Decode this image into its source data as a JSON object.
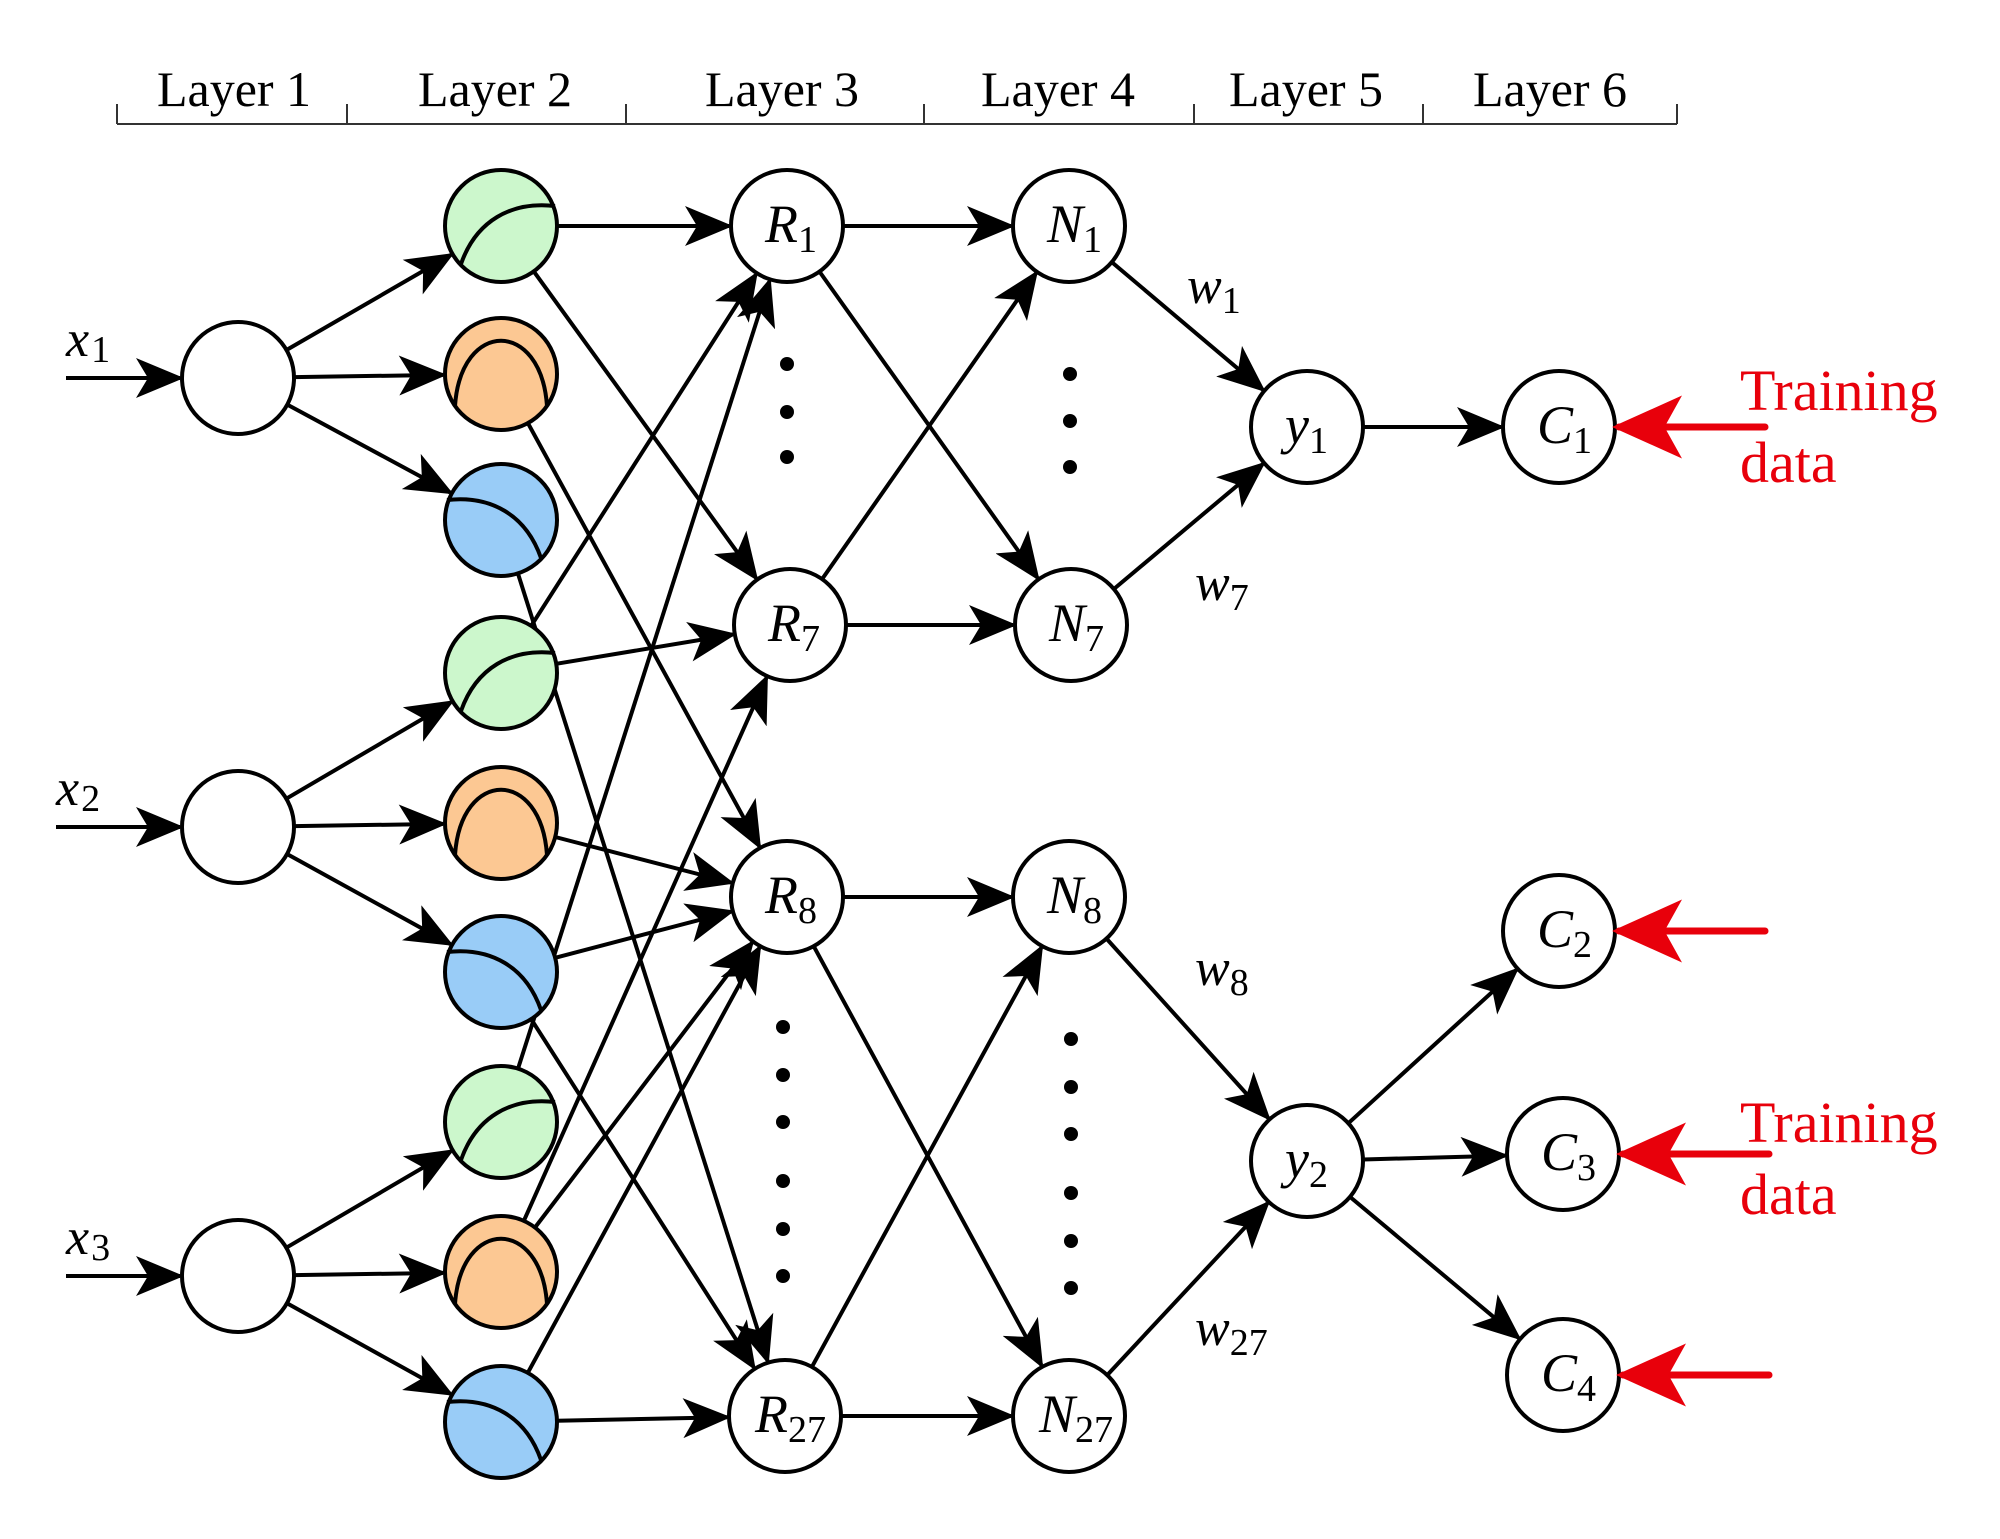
{
  "title": "Six-layer fuzzy neural network architecture",
  "layers": [
    {
      "label": "Layer 1"
    },
    {
      "label": "Layer 2"
    },
    {
      "label": "Layer 3"
    },
    {
      "label": "Layer 4"
    },
    {
      "label": "Layer 5"
    },
    {
      "label": "Layer 6"
    }
  ],
  "colors": {
    "membership_green": "#ccf7cc",
    "membership_orange": "#fcc893",
    "membership_blue": "#99ccf7",
    "training_red": "#e8000b",
    "line": "#000000"
  },
  "inputs": [
    {
      "id": "x1",
      "var": "x",
      "sub": "1"
    },
    {
      "id": "x2",
      "var": "x",
      "sub": "2"
    },
    {
      "id": "x3",
      "var": "x",
      "sub": "3"
    }
  ],
  "membership_nodes": [
    {
      "id": "m1g",
      "input": "x1",
      "type": "green"
    },
    {
      "id": "m1o",
      "input": "x1",
      "type": "orange"
    },
    {
      "id": "m1b",
      "input": "x1",
      "type": "blue"
    },
    {
      "id": "m2g",
      "input": "x2",
      "type": "green"
    },
    {
      "id": "m2o",
      "input": "x2",
      "type": "orange"
    },
    {
      "id": "m2b",
      "input": "x2",
      "type": "blue"
    },
    {
      "id": "m3g",
      "input": "x3",
      "type": "green"
    },
    {
      "id": "m3o",
      "input": "x3",
      "type": "orange"
    },
    {
      "id": "m3b",
      "input": "x3",
      "type": "blue"
    }
  ],
  "rule_nodes": [
    {
      "id": "R1",
      "var": "R",
      "sub": "1"
    },
    {
      "id": "R7",
      "var": "R",
      "sub": "7"
    },
    {
      "id": "R8",
      "var": "R",
      "sub": "8"
    },
    {
      "id": "R27",
      "var": "R",
      "sub": "27"
    }
  ],
  "norm_nodes": [
    {
      "id": "N1",
      "var": "N",
      "sub": "1"
    },
    {
      "id": "N7",
      "var": "N",
      "sub": "7"
    },
    {
      "id": "N8",
      "var": "N",
      "sub": "8"
    },
    {
      "id": "N27",
      "var": "N",
      "sub": "27"
    }
  ],
  "output_nodes": [
    {
      "id": "y1",
      "var": "y",
      "sub": "1"
    },
    {
      "id": "y2",
      "var": "y",
      "sub": "2"
    }
  ],
  "class_nodes": [
    {
      "id": "C1",
      "var": "C",
      "sub": "1"
    },
    {
      "id": "C2",
      "var": "C",
      "sub": "2"
    },
    {
      "id": "C3",
      "var": "C",
      "sub": "3"
    },
    {
      "id": "C4",
      "var": "C",
      "sub": "4"
    }
  ],
  "weights": [
    {
      "id": "w1",
      "var": "w",
      "sub": "1"
    },
    {
      "id": "w7",
      "var": "w",
      "sub": "7"
    },
    {
      "id": "w8",
      "var": "w",
      "sub": "8"
    },
    {
      "id": "w27",
      "var": "w",
      "sub": "27"
    }
  ],
  "edges": [
    [
      "x1",
      "m1g"
    ],
    [
      "x1",
      "m1o"
    ],
    [
      "x1",
      "m1b"
    ],
    [
      "x2",
      "m2g"
    ],
    [
      "x2",
      "m2o"
    ],
    [
      "x2",
      "m2b"
    ],
    [
      "x3",
      "m3g"
    ],
    [
      "x3",
      "m3o"
    ],
    [
      "x3",
      "m3b"
    ],
    [
      "m1g",
      "R1"
    ],
    [
      "m1g",
      "R7"
    ],
    [
      "m1o",
      "R8"
    ],
    [
      "m1b",
      "R27"
    ],
    [
      "m2g",
      "R1"
    ],
    [
      "m2g",
      "R7"
    ],
    [
      "m2o",
      "R8"
    ],
    [
      "m2b",
      "R8"
    ],
    [
      "m2b",
      "R27"
    ],
    [
      "m3g",
      "R1"
    ],
    [
      "m3o",
      "R7"
    ],
    [
      "m3o",
      "R8"
    ],
    [
      "m3b",
      "R8"
    ],
    [
      "m3b",
      "R27"
    ],
    [
      "R1",
      "N1"
    ],
    [
      "R1",
      "N7"
    ],
    [
      "R7",
      "N1"
    ],
    [
      "R7",
      "N7"
    ],
    [
      "R8",
      "N8"
    ],
    [
      "R8",
      "N27"
    ],
    [
      "R27",
      "N8"
    ],
    [
      "R27",
      "N27"
    ],
    [
      "N1",
      "y1"
    ],
    [
      "N7",
      "y1"
    ],
    [
      "N8",
      "y2"
    ],
    [
      "N27",
      "y2"
    ],
    [
      "y1",
      "C1"
    ],
    [
      "y2",
      "C2"
    ],
    [
      "y2",
      "C3"
    ],
    [
      "y2",
      "C4"
    ]
  ],
  "training": {
    "label_line1": "Training",
    "label_line2": "data",
    "targets": [
      "C1",
      "C2",
      "C3",
      "C4"
    ],
    "labeled_groups": [
      [
        "C1"
      ],
      [
        "C2",
        "C3",
        "C4"
      ]
    ]
  },
  "ellipsis_groups": [
    {
      "between": [
        "R1",
        "R7"
      ],
      "count": 3
    },
    {
      "between": [
        "N1",
        "N7"
      ],
      "count": 3
    },
    {
      "between": [
        "R8",
        "R27"
      ],
      "count": 6
    },
    {
      "between": [
        "N8",
        "N27"
      ],
      "count": 6
    }
  ]
}
